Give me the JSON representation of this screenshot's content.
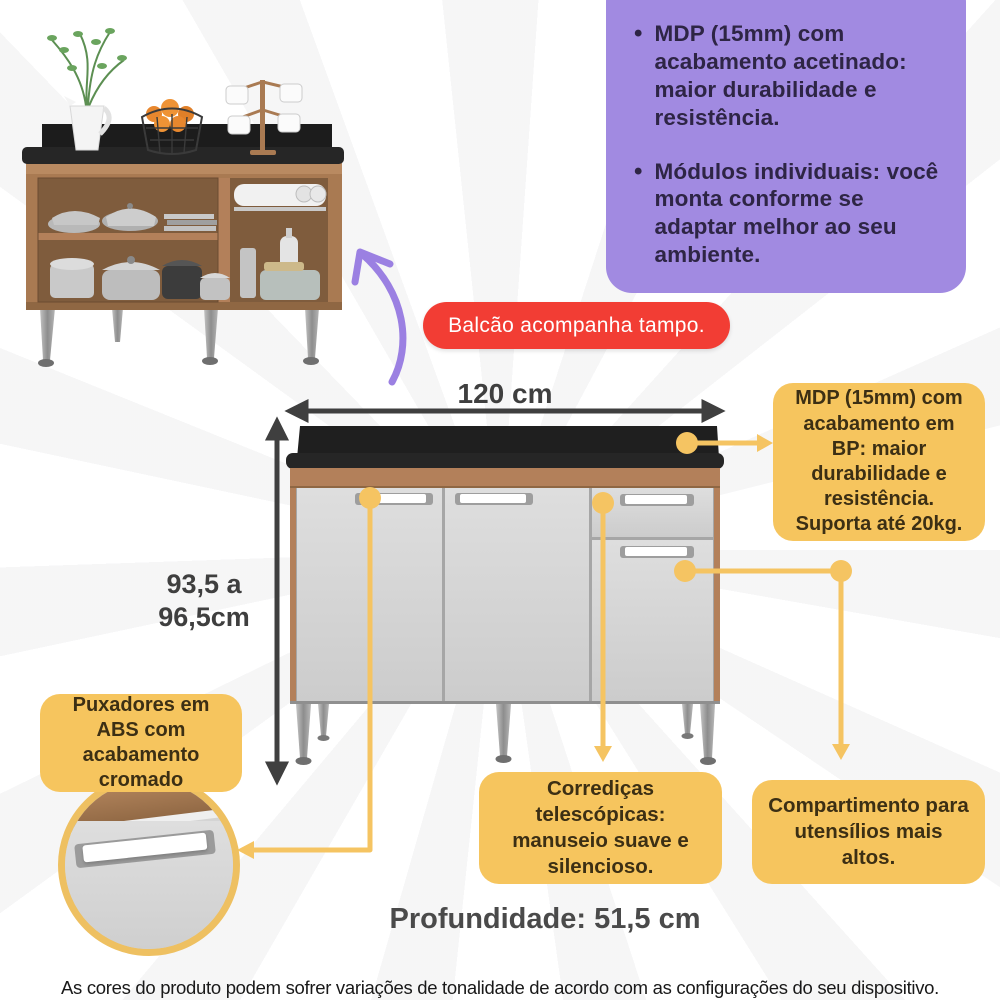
{
  "palette": {
    "purple_box": "#a18ae1",
    "purple_arrow": "#9b80e2",
    "red_badge": "#f23d34",
    "yellow_callout": "#f6c55e",
    "connector_yellow": "#f5c462",
    "wood": "#a97a52",
    "counter_black": "#1f1f1f",
    "door_gray": "#d7d7d7",
    "dimension_text": "#3f3f3f"
  },
  "features_box": {
    "items": [
      "MDP (15mm) com acabamento acetinado: maior durabilidade e resistência.",
      "Módulos individuais: você monta conforme se adaptar melhor ao seu ambiente."
    ]
  },
  "badge": {
    "label": "Balcão acompanha tampo."
  },
  "dimensions": {
    "width_label": "120 cm",
    "height_line1": "93,5 a",
    "height_line2": "96,5cm",
    "depth_label": "Profundidade: 51,5 cm"
  },
  "callouts": {
    "countertop": "MDP (15mm) com acabamento em BP: maior durabilidade e resistência. Suporta até 20kg.",
    "handles": "Puxadores em ABS com acabamento cromado",
    "slides": "Corrediças telescópicas: manuseio suave e silencioso.",
    "compartment": "Compartimento para utensílios mais altos."
  },
  "disclaimer": "As cores do produto podem sofrer variações de tonalidade de acordo com as configurações do seu dispositivo."
}
